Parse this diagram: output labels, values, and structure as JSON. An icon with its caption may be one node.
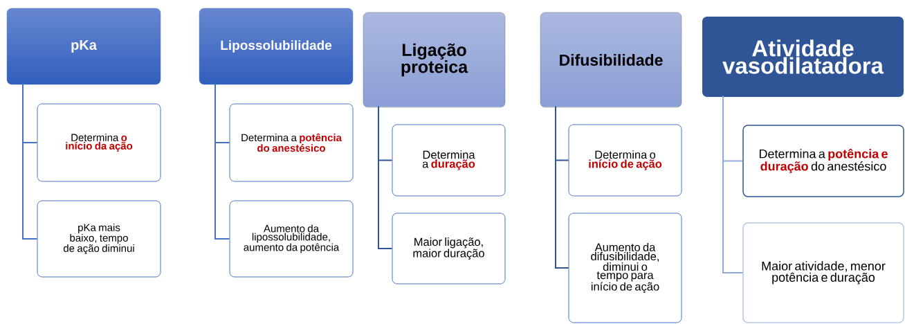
{
  "diagram": {
    "nodes": [
      {
        "text": [
          "pKa"
        ]
      },
      {
        "text": [
          "Determina **o início da ação**"
        ]
      },
      {
        "text": [
          "pKa mais baixo, tempo de ação diminui"
        ]
      },
      {
        "text": [
          "Lipossolubilidade"
        ]
      },
      {
        "text": [
          "Determina a **potência do anestésico**"
        ]
      },
      {
        "text": [
          "Aumento da lipossolubilidade, aumento da potência"
        ]
      },
      {
        "text": [
          "Ligação proteica"
        ]
      },
      {
        "text": [
          "Determina a **duração**"
        ]
      },
      {
        "text": [
          "Maior ligação, maior duração"
        ]
      },
      {
        "text": [
          "Difusibilidade"
        ]
      },
      {
        "text": [
          "Determina o **início de ação**"
        ]
      },
      {
        "text": [
          "Aumento da difusibilidade, diminui o tempo para início de ação"
        ]
      },
      {
        "text": [
          "Atividade vasodilatadora"
        ]
      },
      {
        "text": [
          "Determina a **potência e duração** do anestésico"
        ]
      },
      {
        "text": [
          "Maior atividade, menor potência e duração"
        ]
      }
    ],
    "edges": [
      {
        "from": 0,
        "to": 1,
        "arrow": "none"
      },
      {
        "from": 0,
        "to": 2,
        "arrow": "none"
      },
      {
        "from": 3,
        "to": 4,
        "arrow": "none"
      },
      {
        "from": 3,
        "to": 5,
        "arrow": "none"
      },
      {
        "from": 6,
        "to": 7,
        "arrow": "none",
        "color": "#2f5597"
      },
      {
        "from": 6,
        "to": 8,
        "arrow": "none",
        "color": "#2f5597"
      },
      {
        "from": 9,
        "to": 10,
        "arrow": "none",
        "color": "#2f5597"
      },
      {
        "from": 9,
        "to": 11,
        "arrow": "none",
        "color": "#2f5597"
      },
      {
        "from": 12,
        "to": 13,
        "arrow": "none",
        "color": "#8faadc"
      },
      {
        "from": 12,
        "to": 14,
        "arrow": "none",
        "color": "#8faadc"
      }
    ]
  }
}
